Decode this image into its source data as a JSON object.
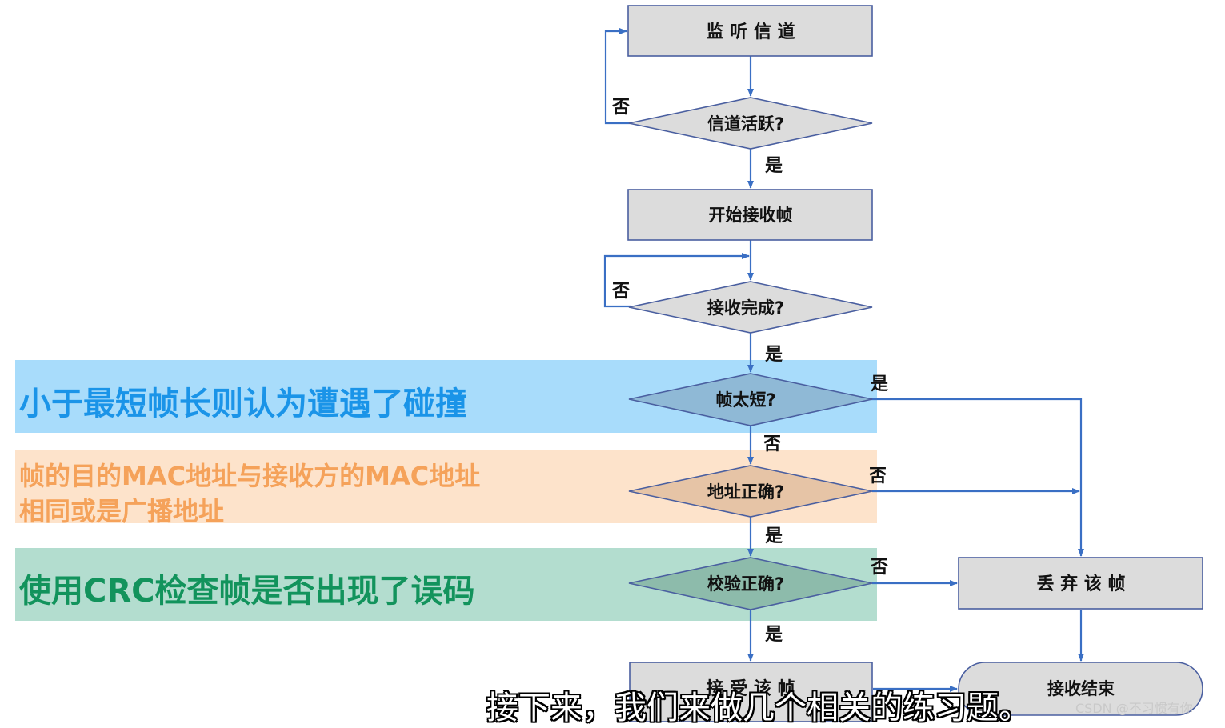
{
  "bands": [
    {
      "id": "short",
      "text": "小于最短帧长则认为遭遇了碰撞",
      "bg": "#a8dcfb",
      "fg": "#1a94e8"
    },
    {
      "id": "mac",
      "text_line1": "帧的目的MAC地址与接收方的MAC地址",
      "text_line2": "相同或是广播地址",
      "bg": "#fde3cb",
      "fg": "#f5a25a"
    },
    {
      "id": "crc",
      "text": "使用CRC检查帧是否出现了误码",
      "bg": "#b3ddcf",
      "fg": "#12935c"
    }
  ],
  "nodes": {
    "listen": "监 听 信 道",
    "active": "信道活跃?",
    "start": "开始接收帧",
    "complete": "接收完成?",
    "tooshort": "帧太短?",
    "addr": "地址正确?",
    "check": "校验正确?",
    "discard": "丢 弃 该 帧",
    "accept": "接 受 该 帧",
    "end": "接收结束"
  },
  "edges": {
    "active_no": "否",
    "active_yes": "是",
    "complete_no": "否",
    "complete_yes": "是",
    "tooshort_yes": "是",
    "tooshort_no": "否",
    "addr_no": "否",
    "addr_yes": "是",
    "check_no": "否",
    "check_yes": "是"
  },
  "colors": {
    "box_fill": "#dcdcdc",
    "box_stroke": "#4a5fa0",
    "arrow": "#3a6fc4",
    "diamond_tooshort": "#8fb9d6",
    "diamond_addr": "#e6c4a6",
    "diamond_check": "#8dbbab"
  },
  "subtitle": "接下来，我们来做几个相关的练习题。",
  "watermark": "CSDN @不习惯有你"
}
